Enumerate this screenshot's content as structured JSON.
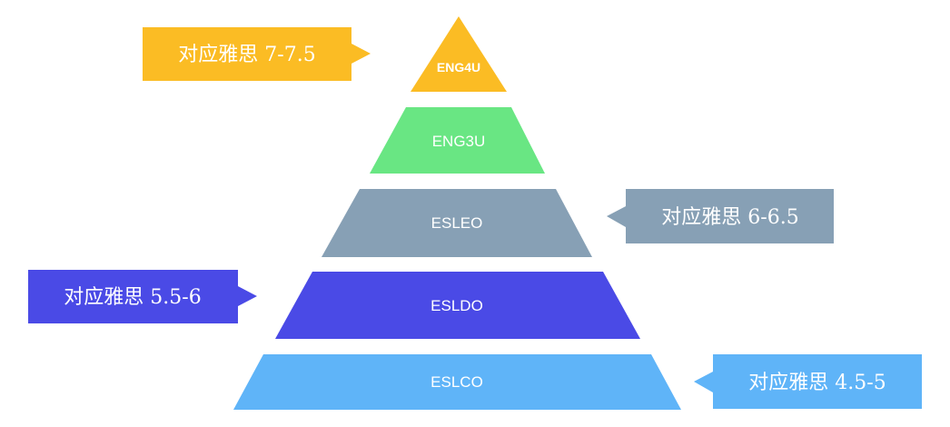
{
  "tiers": [
    {
      "label": "ENG4U",
      "color": "#fbbc24"
    },
    {
      "label": "ENG3U",
      "color": "#69e683"
    },
    {
      "label": "ESLEO",
      "color": "#87a0b5"
    },
    {
      "label": "ESLDO",
      "color": "#4a4ae6"
    },
    {
      "label": "ESLCO",
      "color": "#5fb4f8"
    }
  ],
  "callouts": [
    {
      "text": "对应雅思 7-7.5",
      "color": "#fbbc24",
      "tier": "ENG4U"
    },
    {
      "text": "对应雅思 6-6.5",
      "color": "#87a0b5",
      "tier": "ESLEO"
    },
    {
      "text": "对应雅思 5.5-6",
      "color": "#4a4ae6",
      "tier": "ESLDO"
    },
    {
      "text": "对应雅思 4.5-5",
      "color": "#5fb4f8",
      "tier": "ESLCO"
    }
  ]
}
